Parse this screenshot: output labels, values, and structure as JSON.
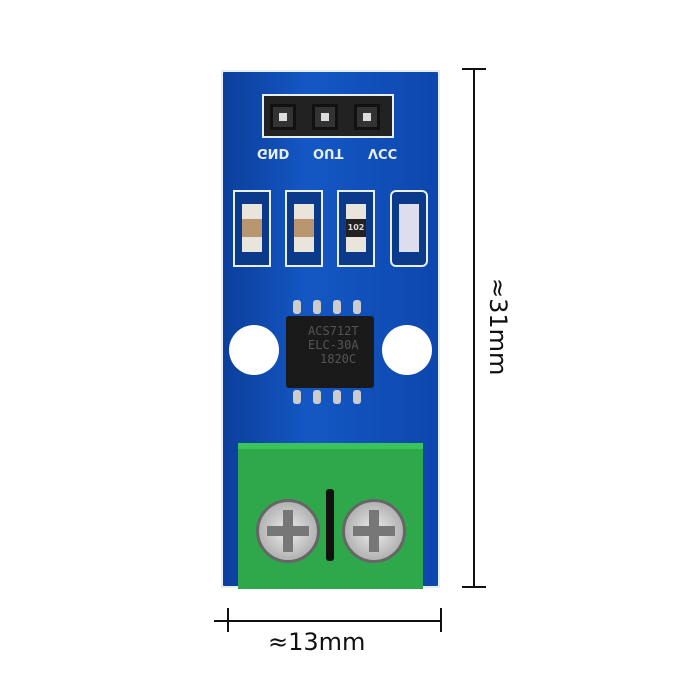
{
  "pin_labels": [
    "GND",
    "OUT",
    "VCC"
  ],
  "resistor_code": "102",
  "chip_text": [
    "ACS712T",
    "ELC-30A",
    "1820C"
  ],
  "dimensions": {
    "height": "≈31mm",
    "width": "≈13mm"
  },
  "colors": {
    "pcb": "#1457c4",
    "terminal": "#2ea84a"
  }
}
